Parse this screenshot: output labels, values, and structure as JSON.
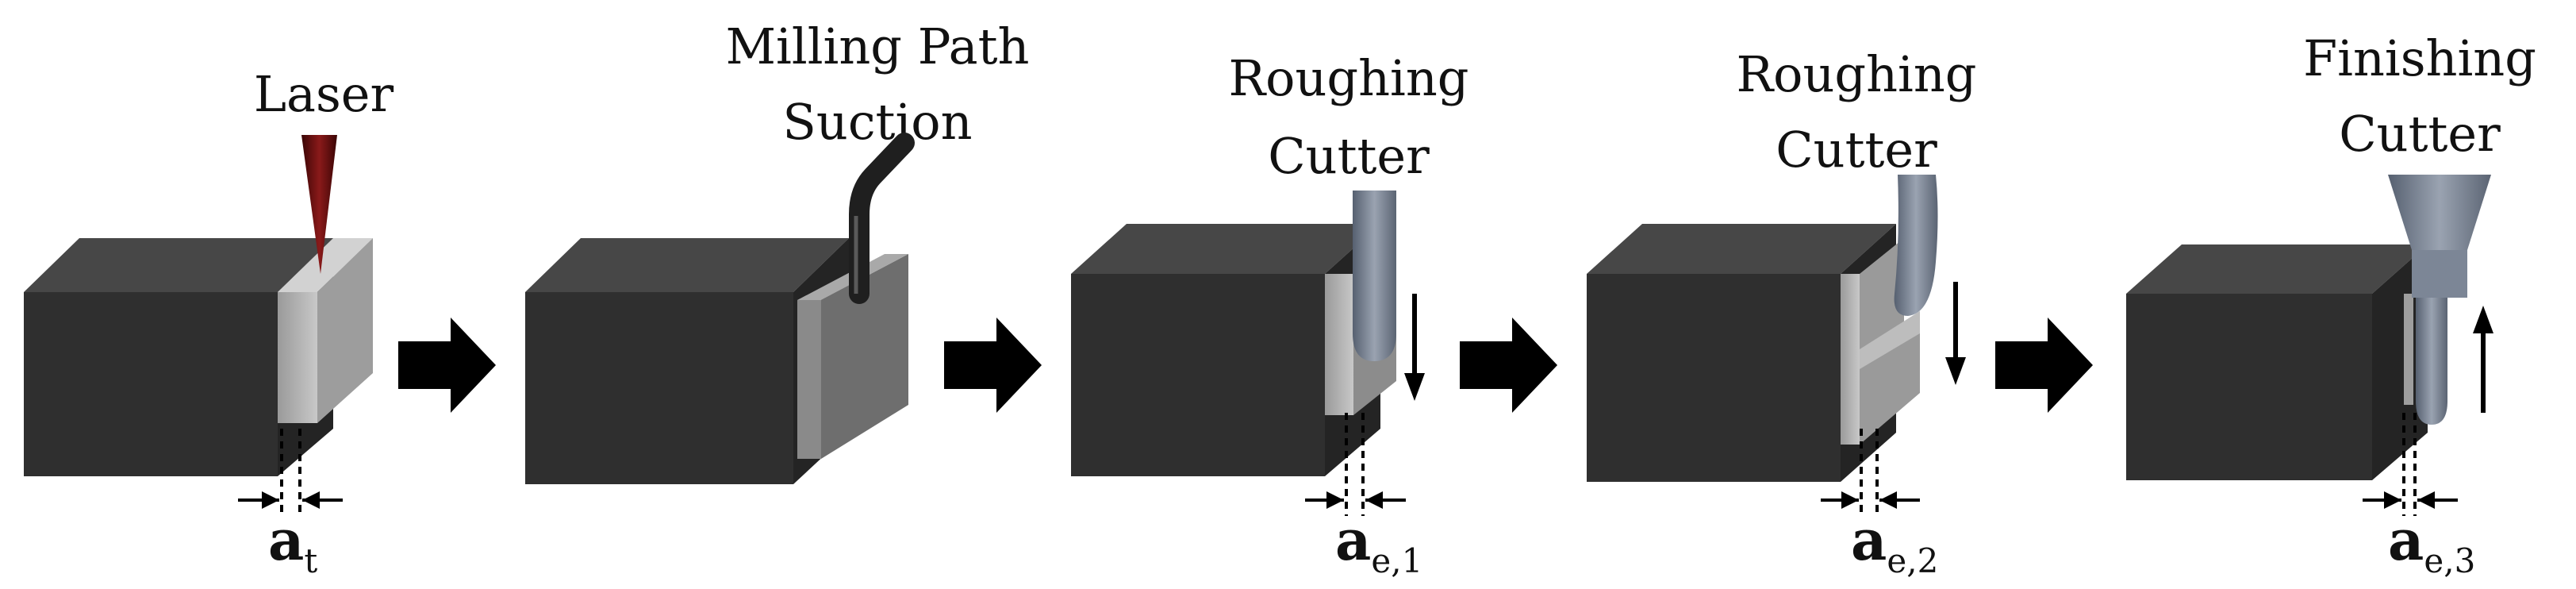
{
  "steps": [
    {
      "label_lines": [
        "Laser"
      ],
      "dimension": {
        "base": "a",
        "subscript": "t"
      }
    },
    {
      "label_lines": [
        "Milling Path",
        "Suction"
      ],
      "dimension": {
        "base": "",
        "subscript": ""
      }
    },
    {
      "label_lines": [
        "Roughing",
        "Cutter"
      ],
      "dimension": {
        "base": "a",
        "subscript": "e,1"
      }
    },
    {
      "label_lines": [
        "Roughing",
        "Cutter"
      ],
      "dimension": {
        "base": "a",
        "subscript": "e,2"
      }
    },
    {
      "label_lines": [
        "Finishing",
        "Cutter"
      ],
      "dimension": {
        "base": "a",
        "subscript": "e,3"
      }
    }
  ],
  "colors": {
    "block_front": "#2f2f2f",
    "block_top": "#474747",
    "layer": "#b5b5b5",
    "laser": "#6a0d0d",
    "suction": "#2a2a2a",
    "cutter": "#7c8696",
    "arrow": "#000000"
  }
}
